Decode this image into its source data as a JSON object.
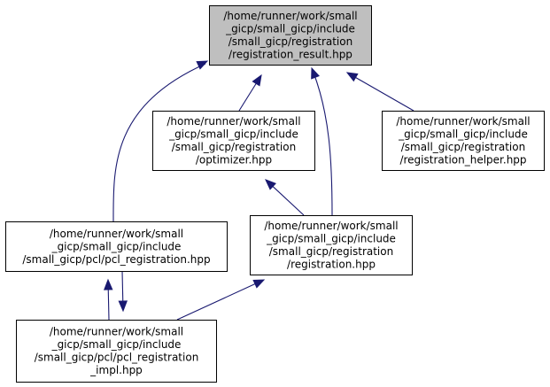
{
  "colors": {
    "highlight_fill": "#bfbfbf",
    "node_fill": "#ffffff",
    "node_stroke": "#000000",
    "edge": "#191970"
  },
  "nodes": [
    {
      "id": "registration_result",
      "highlighted": true,
      "lines": [
        "/home/runner/work/small",
        "_gicp/small_gicp/include",
        "/small_gicp/registration",
        "/registration_result.hpp"
      ]
    },
    {
      "id": "optimizer",
      "highlighted": false,
      "lines": [
        "/home/runner/work/small",
        "_gicp/small_gicp/include",
        "/small_gicp/registration",
        "/optimizer.hpp"
      ]
    },
    {
      "id": "registration_helper",
      "highlighted": false,
      "lines": [
        "/home/runner/work/small",
        "_gicp/small_gicp/include",
        "/small_gicp/registration",
        "/registration_helper.hpp"
      ]
    },
    {
      "id": "pcl_registration",
      "highlighted": false,
      "lines": [
        "/home/runner/work/small",
        "_gicp/small_gicp/include",
        "/small_gicp/pcl/pcl_registration.hpp"
      ]
    },
    {
      "id": "registration",
      "highlighted": false,
      "lines": [
        "/home/runner/work/small",
        "_gicp/small_gicp/include",
        "/small_gicp/registration",
        "/registration.hpp"
      ]
    },
    {
      "id": "pcl_registration_impl",
      "highlighted": false,
      "lines": [
        "/home/runner/work/small",
        "_gicp/small_gicp/include",
        "/small_gicp/pcl/pcl_registration",
        "_impl.hpp"
      ]
    }
  ],
  "edges": [
    {
      "from": "optimizer",
      "to": "registration_result"
    },
    {
      "from": "registration_helper",
      "to": "registration_result"
    },
    {
      "from": "pcl_registration",
      "to": "registration_result"
    },
    {
      "from": "registration",
      "to": "registration_result"
    },
    {
      "from": "registration",
      "to": "optimizer"
    },
    {
      "from": "pcl_registration_impl",
      "to": "pcl_registration"
    },
    {
      "from": "pcl_registration",
      "to": "pcl_registration_impl"
    },
    {
      "from": "pcl_registration_impl",
      "to": "registration"
    }
  ]
}
